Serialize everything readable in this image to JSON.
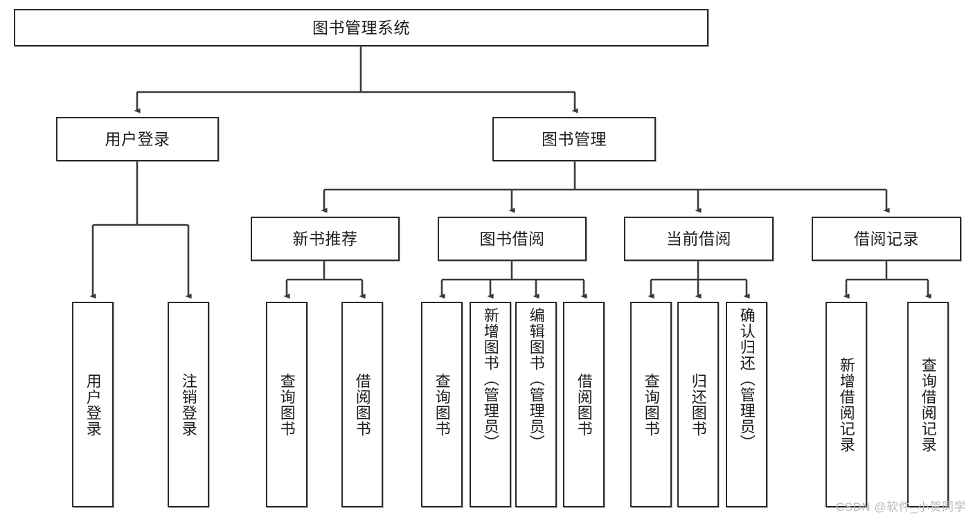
{
  "diagram": {
    "type": "tree-hierarchy-chart",
    "title": "图书管理系统",
    "watermark": "CSDN @软件_小贺同学",
    "colors": {
      "box_border": "#2b2b2b",
      "box_fill": "#ffffff",
      "connector": "#3a3a3a",
      "text": "#1c1c1c",
      "watermark": "#b9b9b9"
    },
    "root": {
      "label": "图书管理系统"
    },
    "level2": [
      {
        "label": "用户登录"
      },
      {
        "label": "图书管理"
      }
    ],
    "level3": [
      {
        "label": "新书推荐"
      },
      {
        "label": "图书借阅"
      },
      {
        "label": "当前借阅"
      },
      {
        "label": "借阅记录"
      }
    ],
    "leaves": {
      "user_login": [
        {
          "label": "用户登录"
        },
        {
          "label": "注销登录"
        }
      ],
      "new_book_recommend": [
        {
          "label": "查询图书"
        },
        {
          "label": "借阅图书"
        }
      ],
      "book_borrow": [
        {
          "label": "查询图书"
        },
        {
          "label": "新增图书（管理员）"
        },
        {
          "label": "编辑图书（管理员）"
        },
        {
          "label": "借阅图书"
        }
      ],
      "current_borrow": [
        {
          "label": "查询图书"
        },
        {
          "label": "归还图书"
        },
        {
          "label": "确认归还（管理员）"
        }
      ],
      "borrow_record": [
        {
          "label": "新增借阅记录"
        },
        {
          "label": "查询借阅记录"
        }
      ]
    }
  }
}
